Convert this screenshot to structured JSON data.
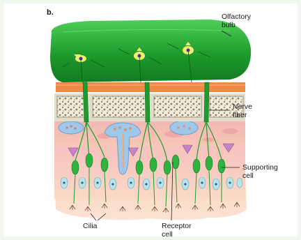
{
  "figure": {
    "panel_letter": "b.",
    "labels": {
      "olfactory_bulb": [
        "Olfactory",
        "bulb"
      ],
      "nerve_fiber": [
        "Nerve",
        "fiber"
      ],
      "supporting_cell": [
        "Supporting",
        "cell"
      ],
      "cilia": "Cilia",
      "receptor_cell": [
        "Receptor",
        "cell"
      ]
    }
  }
}
